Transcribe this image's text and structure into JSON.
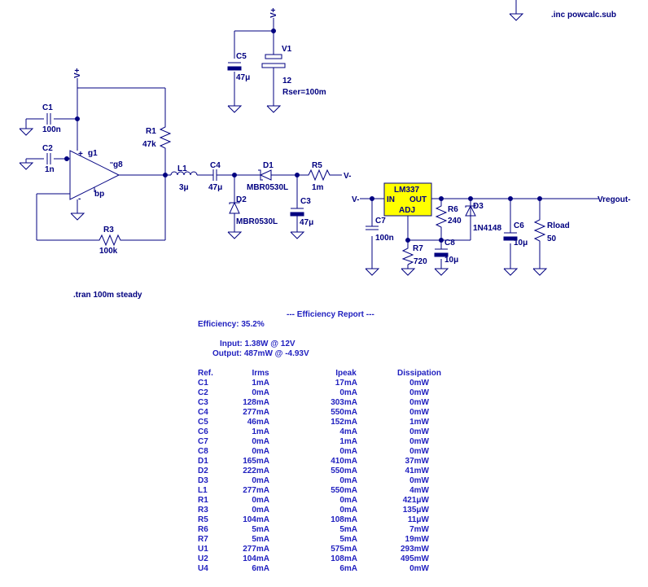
{
  "directives": {
    "include": ".inc powcalc.sub",
    "tran": ".tran 100m steady"
  },
  "nets": {
    "vplus_top": "V+",
    "vplus_opamp": "V+",
    "vminus_r5": "V-",
    "vminus_reg": "V-",
    "vregout": "Vregout-"
  },
  "components": {
    "C1": {
      "ref": "C1",
      "value": "100n"
    },
    "C2": {
      "ref": "C2",
      "value": "1n"
    },
    "C3": {
      "ref": "C3",
      "value": "47μ"
    },
    "C4": {
      "ref": "C4",
      "value": "47μ"
    },
    "C5": {
      "ref": "C5",
      "value": "47μ"
    },
    "C6": {
      "ref": "C6",
      "value": "10μ"
    },
    "C7": {
      "ref": "C7",
      "value": "100n"
    },
    "C8": {
      "ref": "C8",
      "value": "10μ"
    },
    "R1": {
      "ref": "R1",
      "value": "47k"
    },
    "R3": {
      "ref": "R3",
      "value": "100k"
    },
    "R5": {
      "ref": "R5",
      "value": "1m"
    },
    "R6": {
      "ref": "R6",
      "value": "240"
    },
    "R7": {
      "ref": "R7",
      "value": "720"
    },
    "Rload": {
      "ref": "Rload",
      "value": "50"
    },
    "L1": {
      "ref": "L1",
      "value": "3μ"
    },
    "D1": {
      "ref": "D1",
      "value": "MBR0530L"
    },
    "D2": {
      "ref": "D2",
      "value": "MBR0530L"
    },
    "D3": {
      "ref": "D3",
      "value": "1N4148"
    },
    "V1": {
      "ref": "V1",
      "value": "12",
      "extra": "Rser=100m"
    },
    "U_reg": {
      "name": "LM337",
      "pin_in": "IN",
      "pin_out": "OUT",
      "pin_adj": "ADJ"
    },
    "U_opamp": {
      "pin_g1": "g1",
      "pin_g8": "g8",
      "pin_bp": "bp",
      "plus": "+",
      "minus": "-"
    }
  },
  "report": {
    "title": "--- Efficiency Report ---",
    "efficiency": "Efficiency: 35.2%",
    "input": "Input: 1.38W @ 12V",
    "output": "Output: 487mW @ -4.93V",
    "headers": {
      "ref": "Ref.",
      "irms": "Irms",
      "ipeak": "Ipeak",
      "dissipation": "Dissipation"
    },
    "rows": [
      {
        "ref": "C1",
        "irms": "1mA",
        "ipeak": "17mA",
        "diss": "0mW"
      },
      {
        "ref": "C2",
        "irms": "0mA",
        "ipeak": "0mA",
        "diss": "0mW"
      },
      {
        "ref": "C3",
        "irms": "128mA",
        "ipeak": "303mA",
        "diss": "0mW"
      },
      {
        "ref": "C4",
        "irms": "277mA",
        "ipeak": "550mA",
        "diss": "0mW"
      },
      {
        "ref": "C5",
        "irms": "46mA",
        "ipeak": "152mA",
        "diss": "1mW"
      },
      {
        "ref": "C6",
        "irms": "1mA",
        "ipeak": "4mA",
        "diss": "0mW"
      },
      {
        "ref": "C7",
        "irms": "0mA",
        "ipeak": "1mA",
        "diss": "0mW"
      },
      {
        "ref": "C8",
        "irms": "0mA",
        "ipeak": "0mA",
        "diss": "0mW"
      },
      {
        "ref": "D1",
        "irms": "165mA",
        "ipeak": "410mA",
        "diss": "37mW"
      },
      {
        "ref": "D2",
        "irms": "222mA",
        "ipeak": "550mA",
        "diss": "41mW"
      },
      {
        "ref": "D3",
        "irms": "0mA",
        "ipeak": "0mA",
        "diss": "0mW"
      },
      {
        "ref": "L1",
        "irms": "277mA",
        "ipeak": "550mA",
        "diss": "4mW"
      },
      {
        "ref": "R1",
        "irms": "0mA",
        "ipeak": "0mA",
        "diss": "421μW"
      },
      {
        "ref": "R3",
        "irms": "0mA",
        "ipeak": "0mA",
        "diss": "135μW"
      },
      {
        "ref": "R5",
        "irms": "104mA",
        "ipeak": "108mA",
        "diss": "11μW"
      },
      {
        "ref": "R6",
        "irms": "5mA",
        "ipeak": "5mA",
        "diss": "7mW"
      },
      {
        "ref": "R7",
        "irms": "5mA",
        "ipeak": "5mA",
        "diss": "19mW"
      },
      {
        "ref": "U1",
        "irms": "277mA",
        "ipeak": "575mA",
        "diss": "293mW"
      },
      {
        "ref": "U2",
        "irms": "104mA",
        "ipeak": "108mA",
        "diss": "495mW"
      },
      {
        "ref": "U4",
        "irms": "6mA",
        "ipeak": "6mA",
        "diss": "0mW"
      }
    ]
  },
  "colors": {
    "wire": "#000080",
    "junction": "#000080",
    "component": "#000080",
    "regulator_fill": "#ffff00",
    "report_text": "#1f1fbf",
    "background": "#ffffff"
  }
}
